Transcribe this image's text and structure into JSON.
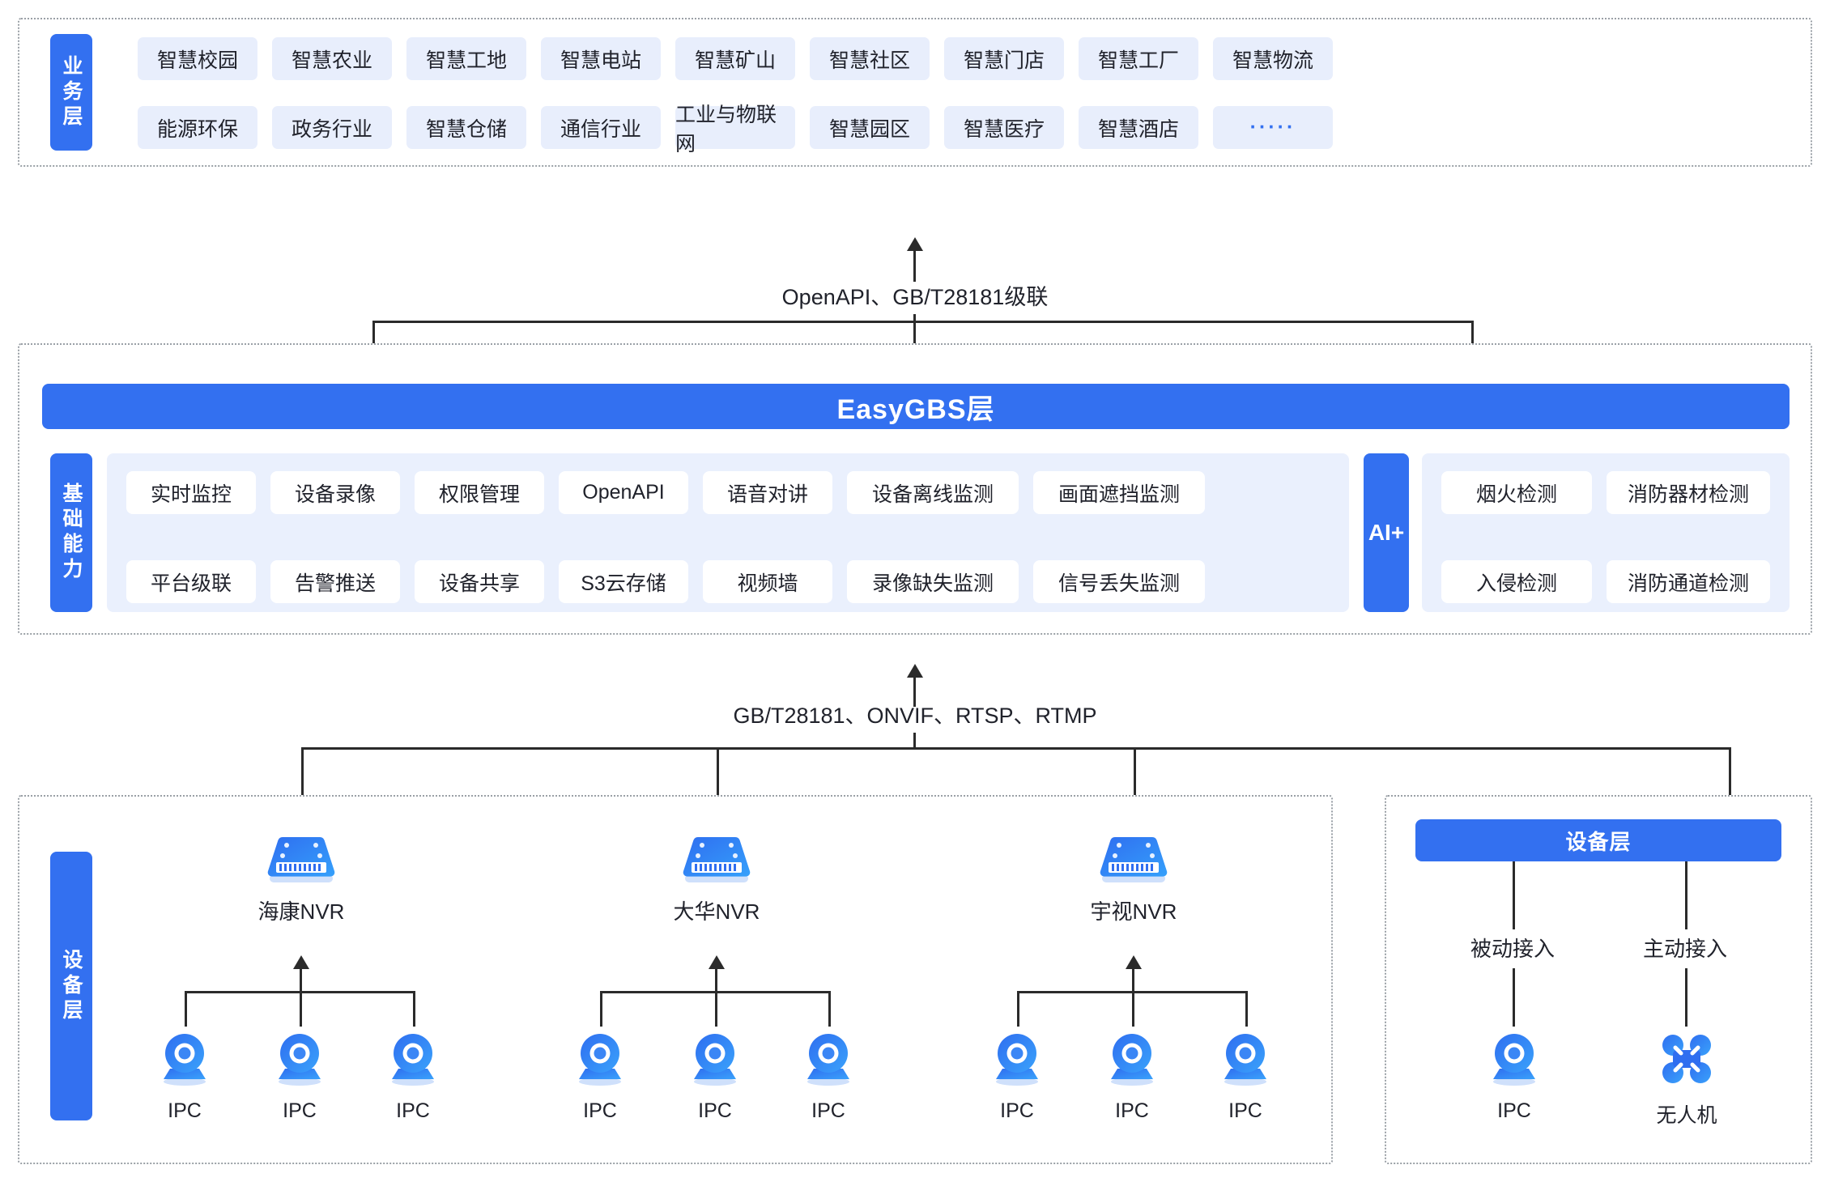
{
  "business_layer": {
    "label": "业务层",
    "row1": [
      "智慧校园",
      "智慧农业",
      "智慧工地",
      "智慧电站",
      "智慧矿山",
      "智慧社区",
      "智慧门店",
      "智慧工厂",
      "智慧物流"
    ],
    "row2": [
      "能源环保",
      "政务行业",
      "智慧仓储",
      "通信行业",
      "工业与物联网",
      "智慧园区",
      "智慧医疗",
      "智慧酒店",
      "·····"
    ]
  },
  "connector_top": {
    "label": "OpenAPI、GB/T28181级联"
  },
  "platform_layer": {
    "title": "EasyGBS层",
    "capability_label": "基础能力",
    "ai_label": "AI+",
    "capabilities_row1": [
      "实时监控",
      "设备录像",
      "权限管理",
      "OpenAPI",
      "语音对讲",
      "设备离线监测",
      "画面遮挡监测"
    ],
    "capabilities_row2": [
      "平台级联",
      "告警推送",
      "设备共享",
      "S3云存储",
      "视频墙",
      "录像缺失监测",
      "信号丢失监测"
    ],
    "ai_row1": [
      "烟火检测",
      "消防器材检测"
    ],
    "ai_row2": [
      "入侵检测",
      "消防通道检测"
    ]
  },
  "connector_bottom": {
    "label": "GB/T28181、ONVIF、RTSP、RTMP"
  },
  "device_layer_left": {
    "label": "设备层",
    "nvrs": [
      {
        "name": "海康NVR",
        "children": [
          "IPC",
          "IPC",
          "IPC"
        ]
      },
      {
        "name": "大华NVR",
        "children": [
          "IPC",
          "IPC",
          "IPC"
        ]
      },
      {
        "name": "宇视NVR",
        "children": [
          "IPC",
          "IPC",
          "IPC"
        ]
      }
    ]
  },
  "device_layer_right": {
    "title": "设备层",
    "branches": [
      {
        "mode": "被动接入",
        "device": "IPC",
        "icon": "camera-icon"
      },
      {
        "mode": "主动接入",
        "device": "无人机",
        "icon": "drone-icon"
      }
    ]
  },
  "colors": {
    "brand_blue": "#3370f0",
    "chip_blue": "#e8eefc",
    "panel_blue": "#eaf0fd",
    "line": "#2b2b2b",
    "dash_border": "#9aa0a6"
  }
}
